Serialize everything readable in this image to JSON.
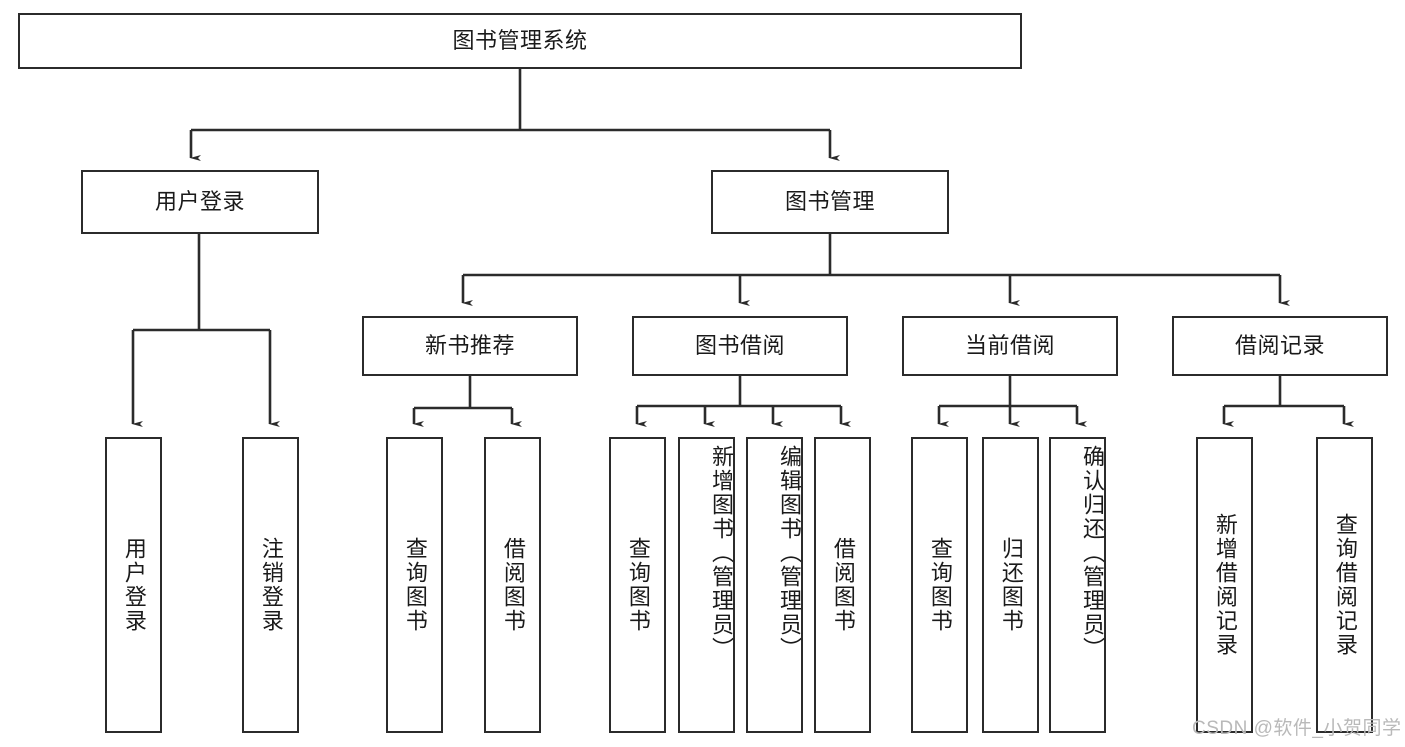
{
  "diagram": {
    "type": "hierarchy-tree",
    "title": "图书管理系统",
    "watermark": "CSDN @软件_小贺同学",
    "colors": {
      "stroke": "#2b2b2b",
      "fill": "#ffffff",
      "text": "#1a1a1a",
      "watermark": "#b9b9b9"
    },
    "levels": {
      "root": {
        "label": "图书管理系统"
      },
      "level2": [
        {
          "label": "用户登录"
        },
        {
          "label": "图书管理"
        }
      ],
      "level3": [
        {
          "label": "新书推荐"
        },
        {
          "label": "图书借阅"
        },
        {
          "label": "当前借阅"
        },
        {
          "label": "借阅记录"
        }
      ],
      "leaves": [
        {
          "label": "用户登录",
          "parent": "用户登录"
        },
        {
          "label": "注销登录",
          "parent": "用户登录"
        },
        {
          "label": "查询图书",
          "parent": "新书推荐"
        },
        {
          "label": "借阅图书",
          "parent": "新书推荐"
        },
        {
          "label": "查询图书",
          "parent": "图书借阅"
        },
        {
          "label": "新增图书（管理员）",
          "parent": "图书借阅"
        },
        {
          "label": "编辑图书（管理员）",
          "parent": "图书借阅"
        },
        {
          "label": "借阅图书",
          "parent": "图书借阅"
        },
        {
          "label": "查询图书",
          "parent": "当前借阅"
        },
        {
          "label": "归还图书",
          "parent": "当前借阅"
        },
        {
          "label": "确认归还（管理员）",
          "parent": "当前借阅"
        },
        {
          "label": "新增借阅记录",
          "parent": "借阅记录"
        },
        {
          "label": "查询借阅记录",
          "parent": "借阅记录"
        }
      ]
    }
  }
}
